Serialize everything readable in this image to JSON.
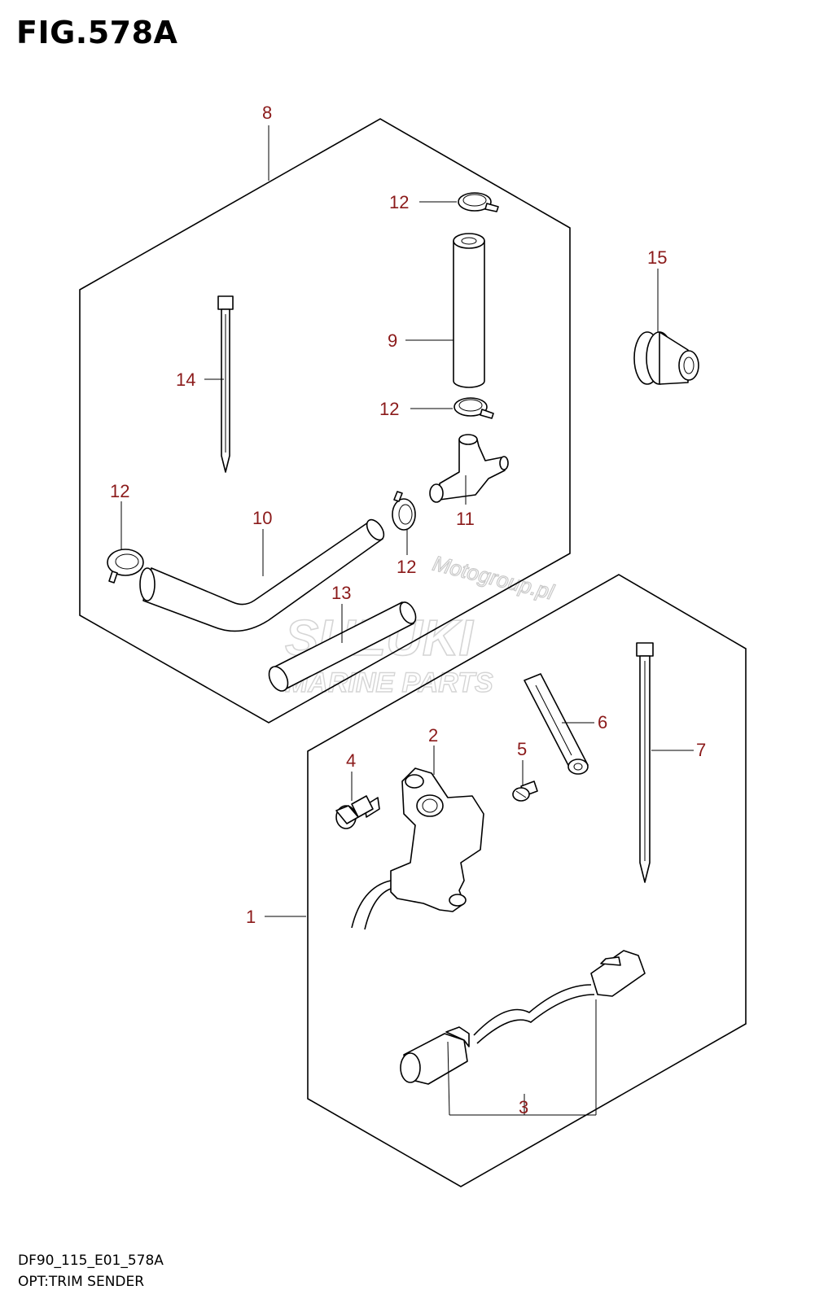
{
  "figure": {
    "title": "FIG.578A",
    "code": "DF90_115_E01_578A",
    "name": "OPT:TRIM SENDER"
  },
  "watermark": {
    "line1": "Motogroup.pl",
    "line2": "SUZUKI",
    "line3": "MARINE PARTS"
  },
  "colors": {
    "callout": "#8b1a1a",
    "outline": "#000000",
    "watermark": "#d0d0d0"
  },
  "callouts": {
    "c8": "8",
    "c12_top": "12",
    "c9": "9",
    "c12_mid": "12",
    "c14": "14",
    "c15": "15",
    "c12_left": "12",
    "c10": "10",
    "c11": "11",
    "c12_low": "12",
    "c13": "13",
    "c6": "6",
    "c7": "7",
    "c2": "2",
    "c4": "4",
    "c5": "5",
    "c1": "1",
    "c3": "3"
  }
}
